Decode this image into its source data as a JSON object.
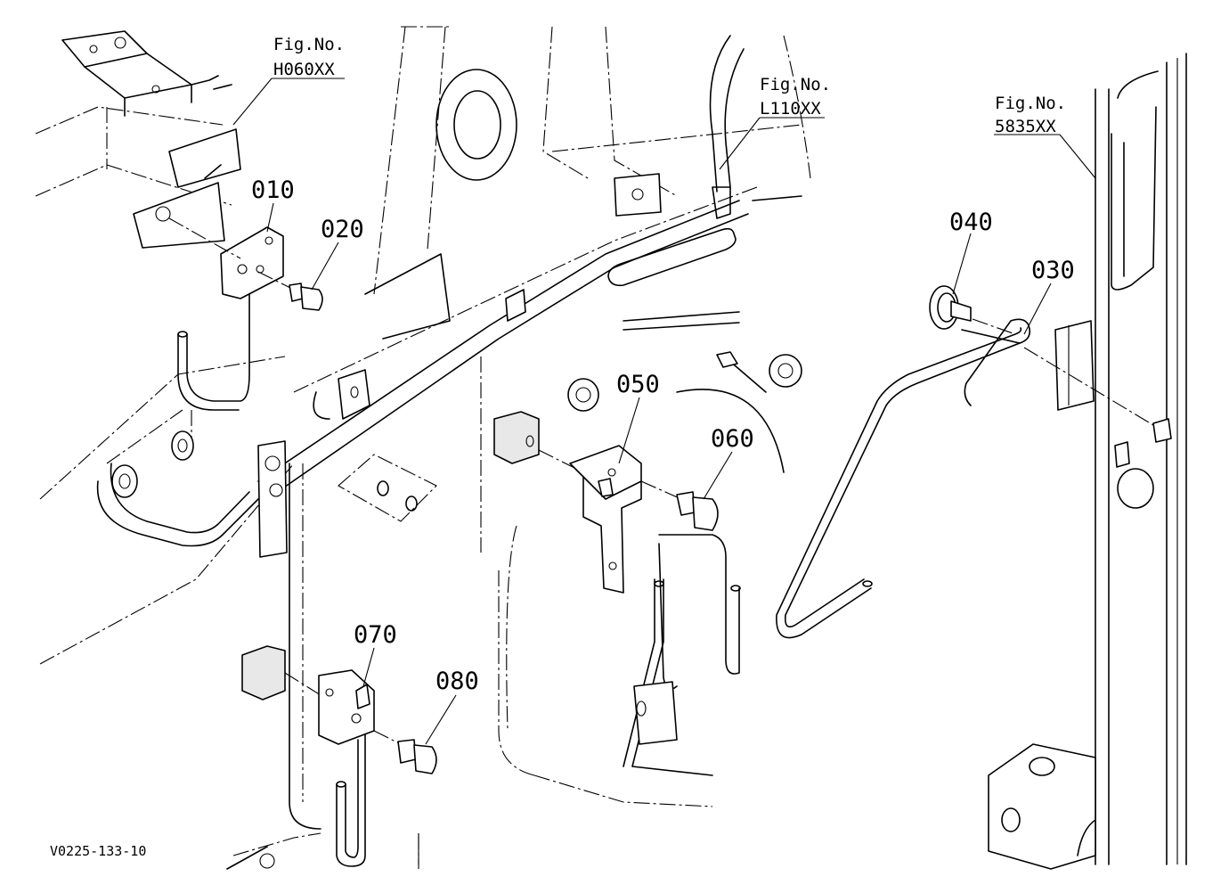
{
  "part_labels": [
    "010",
    "020",
    "030",
    "040",
    "050",
    "060",
    "070",
    "080"
  ],
  "figure_refs": [
    {
      "fig": "Fig.No.",
      "code": "H060XX"
    },
    {
      "fig": "Fig.No.",
      "code": "L110XX"
    },
    {
      "fig": "Fig.No.",
      "code": "5835XX"
    }
  ],
  "drawing_code": "V0225-133-10"
}
